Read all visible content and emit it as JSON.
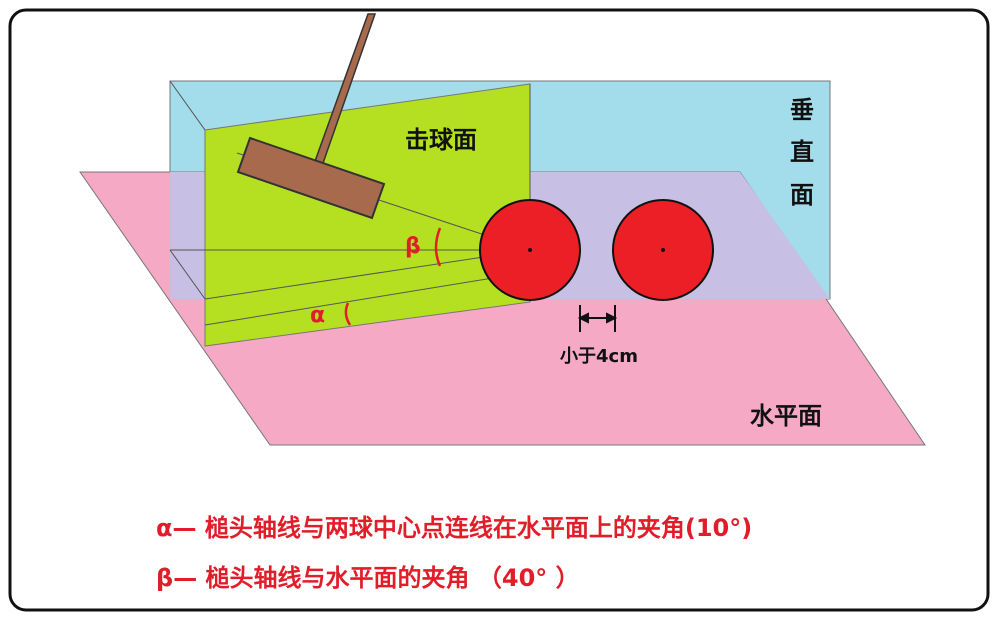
{
  "labels": {
    "striking_plane": "击球面",
    "vertical_plane": [
      "垂",
      "直",
      "面"
    ],
    "horizontal_plane": "水平面",
    "gap": "小于4cm",
    "alpha": "α",
    "beta": "β"
  },
  "legend": [
    {
      "symbol": "α",
      "text": "— 槌头轴线与两球中心点连线在水平面上的夹角(10°)"
    },
    {
      "symbol": "β",
      "text": "— 槌头轴线与水平面的夹角 （40° ）"
    }
  ],
  "colors": {
    "horizontal_plane": "#f6a9c5",
    "vertical_plane": "#a3dcea",
    "overlap": "#c8bfe4",
    "striking_plane": "#b4e021",
    "ball": "#ec1f26",
    "mallet": "#a86a4d",
    "text_accent": "#e11d2a"
  }
}
